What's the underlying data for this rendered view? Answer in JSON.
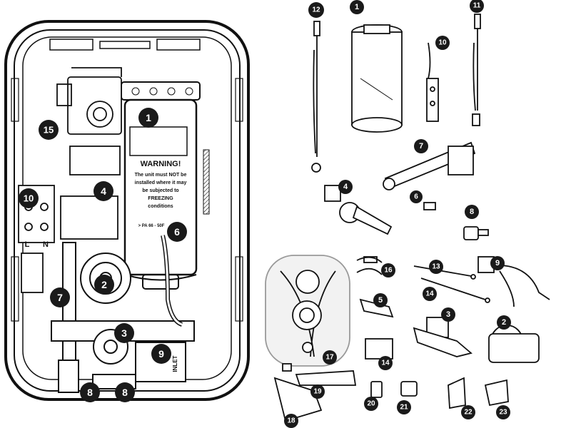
{
  "colors": {
    "ink": "#111111",
    "paper": "#ffffff",
    "marker": "#1a1a1a",
    "marker_text": "#ffffff",
    "panel": "#f2f2f2"
  },
  "warning": {
    "title": "WARNING!",
    "lines": [
      "The unit must NOT be",
      "installed where it may",
      "be subjected to",
      "FREEZING",
      "conditions"
    ],
    "ip_rating": "> PA 66 - 50F"
  },
  "terminals": {
    "live": "L",
    "neutral": "N"
  },
  "inlet": "INLET",
  "callouts_cutaway": [
    "1",
    "15",
    "4",
    "10",
    "6",
    "2",
    "7",
    "3",
    "9",
    "8",
    "8"
  ],
  "callouts_parts": [
    "12",
    "1",
    "11",
    "10",
    "7",
    "4",
    "6",
    "8",
    "16",
    "13",
    "9",
    "5",
    "14",
    "3",
    "2",
    "17",
    "14",
    "19",
    "20",
    "21",
    "22",
    "23",
    "18"
  ]
}
